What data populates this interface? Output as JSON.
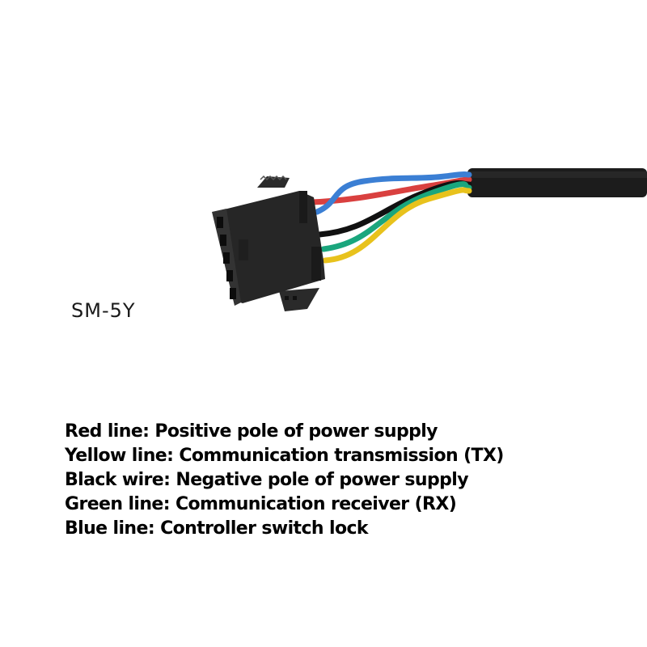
{
  "product": {
    "model_label": "SM-5Y",
    "connector_type": "5-pin female connector",
    "wire_colors": {
      "red": "#d9403f",
      "yellow": "#e8c21c",
      "black": "#111111",
      "green": "#1aa67d",
      "blue": "#3b7fd4",
      "cable_sheath": "#1a1a1a",
      "connector_body": "#262626"
    }
  },
  "legend": {
    "items": [
      {
        "color": "Red line",
        "text": "Red line: Positive pole of power supply"
      },
      {
        "color": "Yellow line",
        "text": "Yellow line: Communication transmission (TX)"
      },
      {
        "color": "Black wire",
        "text": "Black wire: Negative pole of power supply"
      },
      {
        "color": "Green line",
        "text": "Green line: Communication receiver (RX)"
      },
      {
        "color": "Blue line",
        "text": "Blue line: Controller switch lock"
      }
    ]
  }
}
